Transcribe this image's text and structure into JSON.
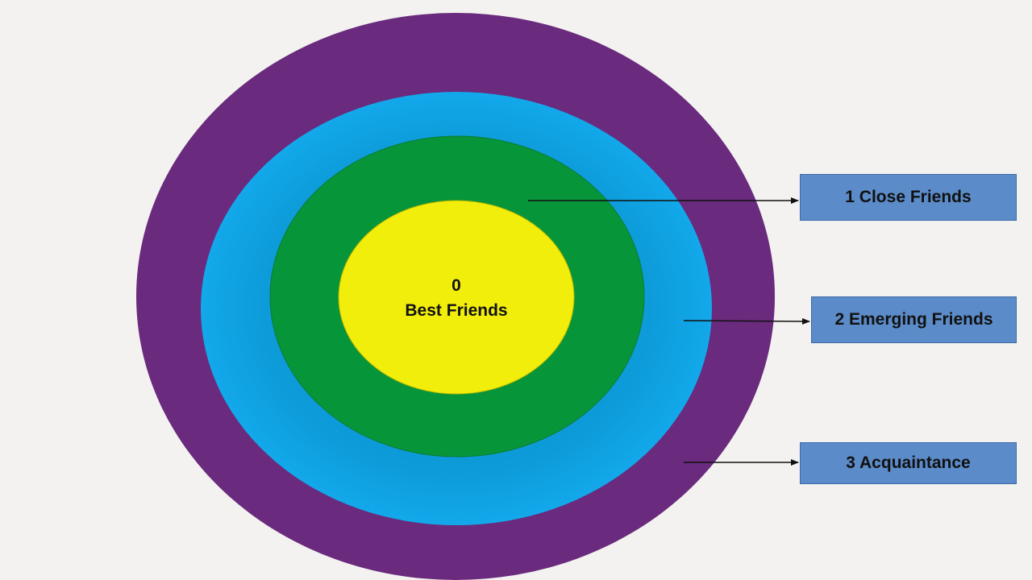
{
  "diagram": {
    "center": {
      "number": "0",
      "label": "Best Friends"
    },
    "labels": [
      {
        "id": "close",
        "text": "1 Close Friends"
      },
      {
        "id": "emerging",
        "text": "2 Emerging Friends"
      },
      {
        "id": "acquaintance",
        "text": "3 Acquaintance"
      }
    ],
    "colors": {
      "background": "#f3f2f0",
      "ring_outer": "#6a2a7d",
      "ring_second": "#10a3e3",
      "ring_third": "#07953a",
      "ring_center": "#f1ee0c",
      "label_box": "#5b8bc8",
      "arrow": "#111111"
    }
  }
}
